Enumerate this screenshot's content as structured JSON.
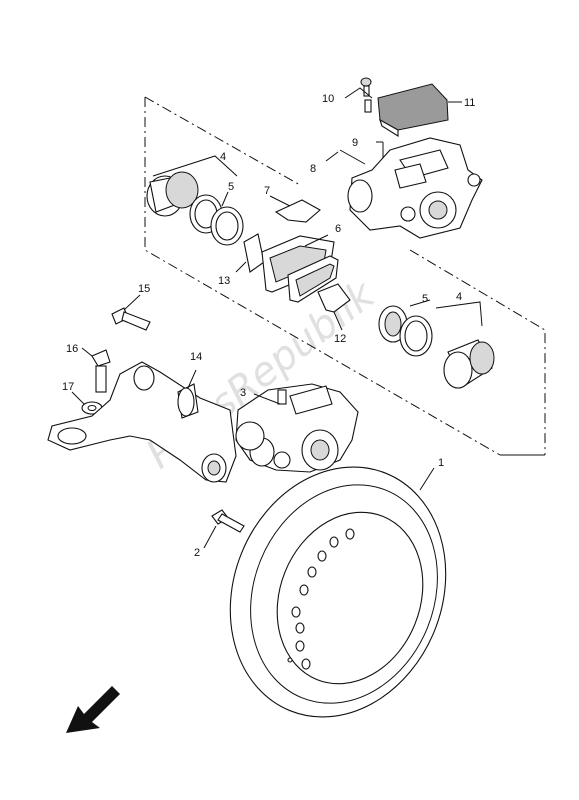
{
  "callouts": {
    "c1": "1",
    "c2": "2",
    "c3": "3",
    "c4a": "4",
    "c4b": "4",
    "c5a": "5",
    "c5b": "5",
    "c6": "6",
    "c7": "7",
    "c8": "8",
    "c9": "9",
    "c10": "10",
    "c11": "11",
    "c12": "12",
    "c13": "13",
    "c14": "14",
    "c15": "15",
    "c16": "16",
    "c17": "17"
  },
  "watermark": "PartsRepublik"
}
